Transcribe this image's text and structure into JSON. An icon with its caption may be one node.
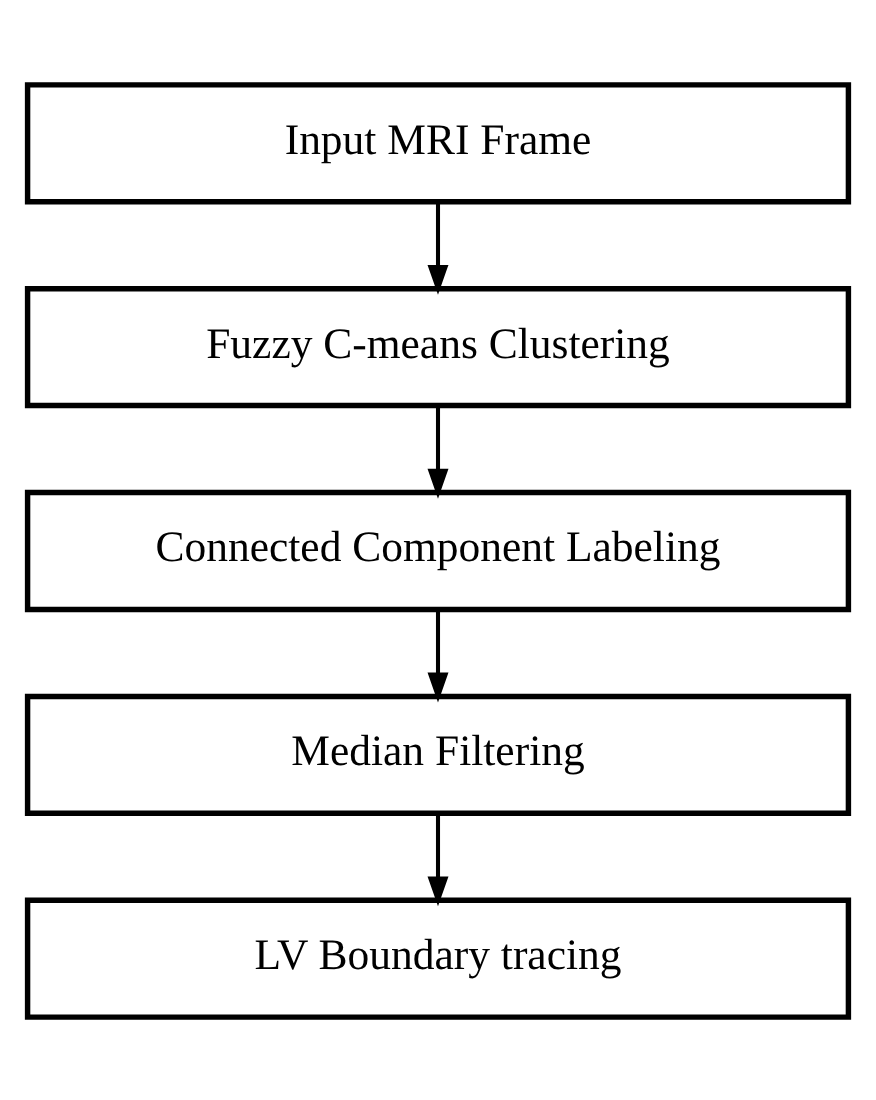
{
  "diagram": {
    "nodes": [
      {
        "text": [
          "Input MRI Frame"
        ]
      },
      {
        "text": [
          "Fuzzy C-means Clustering"
        ]
      },
      {
        "text": [
          "Connected Component Labeling"
        ]
      },
      {
        "text": [
          "Median Filtering"
        ]
      },
      {
        "text": [
          "LV Boundary tracing"
        ]
      }
    ],
    "edges": [
      {
        "from": 0,
        "to": 1,
        "arrow": "to"
      },
      {
        "from": 1,
        "to": 2,
        "arrow": "to"
      },
      {
        "from": 2,
        "to": 3,
        "arrow": "to"
      },
      {
        "from": 3,
        "to": 4,
        "arrow": "to"
      }
    ]
  }
}
